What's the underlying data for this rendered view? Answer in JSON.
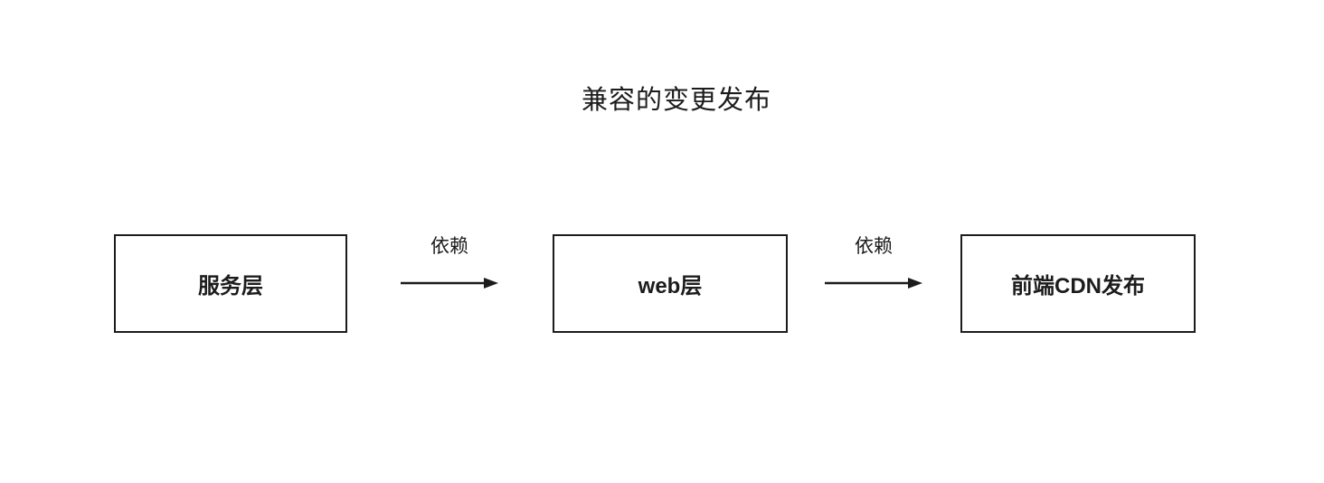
{
  "diagram": {
    "title": "兼容的变更发布",
    "nodes": [
      {
        "id": "service-layer",
        "label": "服务层"
      },
      {
        "id": "web-layer",
        "label": "web层"
      },
      {
        "id": "frontend-cdn-release",
        "label": "前端CDN发布"
      }
    ],
    "edges": [
      {
        "from": "service-layer",
        "to": "web-layer",
        "label": "依赖"
      },
      {
        "from": "web-layer",
        "to": "frontend-cdn-release",
        "label": "依赖"
      }
    ],
    "colors": {
      "background": "#ffffff",
      "line": "#1c1c1c",
      "text": "#1c1c1c",
      "node_fill": "#ffffff"
    }
  }
}
